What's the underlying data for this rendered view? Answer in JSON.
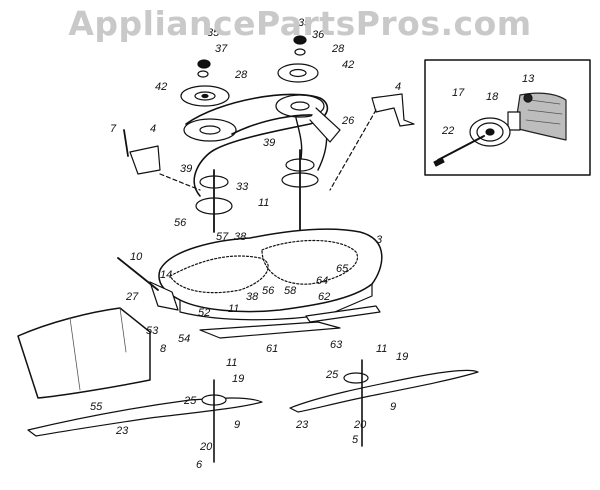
{
  "watermark": "AppliancePartsPros.com",
  "colors": {
    "ink": "#111111",
    "watermark": "#c9c9c9",
    "background": "#ffffff"
  },
  "callouts": [
    {
      "id": "c35a",
      "text": "35"
    },
    {
      "id": "c37",
      "text": "37"
    },
    {
      "id": "c28a",
      "text": "28"
    },
    {
      "id": "c42a",
      "text": "42"
    },
    {
      "id": "c35b",
      "text": "35"
    },
    {
      "id": "c36",
      "text": "36"
    },
    {
      "id": "c28b",
      "text": "28"
    },
    {
      "id": "c42b",
      "text": "42"
    },
    {
      "id": "c4a",
      "text": "4"
    },
    {
      "id": "c26",
      "text": "26"
    },
    {
      "id": "c7",
      "text": "7"
    },
    {
      "id": "c4b",
      "text": "4"
    },
    {
      "id": "c39a",
      "text": "39"
    },
    {
      "id": "c33",
      "text": "33"
    },
    {
      "id": "c39b",
      "text": "39"
    },
    {
      "id": "c56a",
      "text": "56"
    },
    {
      "id": "c11a",
      "text": "11"
    },
    {
      "id": "c38a",
      "text": "38"
    },
    {
      "id": "c57",
      "text": "57"
    },
    {
      "id": "c3",
      "text": "3"
    },
    {
      "id": "c10",
      "text": "10"
    },
    {
      "id": "c14",
      "text": "14"
    },
    {
      "id": "c38b",
      "text": "38"
    },
    {
      "id": "c56b",
      "text": "56"
    },
    {
      "id": "c58",
      "text": "58"
    },
    {
      "id": "c64",
      "text": "64"
    },
    {
      "id": "c65",
      "text": "65"
    },
    {
      "id": "c27",
      "text": "27"
    },
    {
      "id": "c52",
      "text": "52"
    },
    {
      "id": "c11b",
      "text": "11"
    },
    {
      "id": "c62",
      "text": "62"
    },
    {
      "id": "c53",
      "text": "53"
    },
    {
      "id": "c54",
      "text": "54"
    },
    {
      "id": "c8",
      "text": "8"
    },
    {
      "id": "c61",
      "text": "61"
    },
    {
      "id": "c63",
      "text": "63"
    },
    {
      "id": "c11c",
      "text": "11"
    },
    {
      "id": "c19a",
      "text": "19"
    },
    {
      "id": "c25a",
      "text": "25"
    },
    {
      "id": "c11d",
      "text": "11"
    },
    {
      "id": "c19b",
      "text": "19"
    },
    {
      "id": "c25b",
      "text": "25"
    },
    {
      "id": "c55",
      "text": "55"
    },
    {
      "id": "c9a",
      "text": "9"
    },
    {
      "id": "c23a",
      "text": "23"
    },
    {
      "id": "c20a",
      "text": "20"
    },
    {
      "id": "c6a",
      "text": "6"
    },
    {
      "id": "c9b",
      "text": "9"
    },
    {
      "id": "c23b",
      "text": "23"
    },
    {
      "id": "c20b",
      "text": "20"
    },
    {
      "id": "c5",
      "text": "5"
    },
    {
      "id": "c13",
      "text": "13"
    },
    {
      "id": "c17",
      "text": "17"
    },
    {
      "id": "c18",
      "text": "18"
    },
    {
      "id": "c22",
      "text": "22"
    }
  ]
}
